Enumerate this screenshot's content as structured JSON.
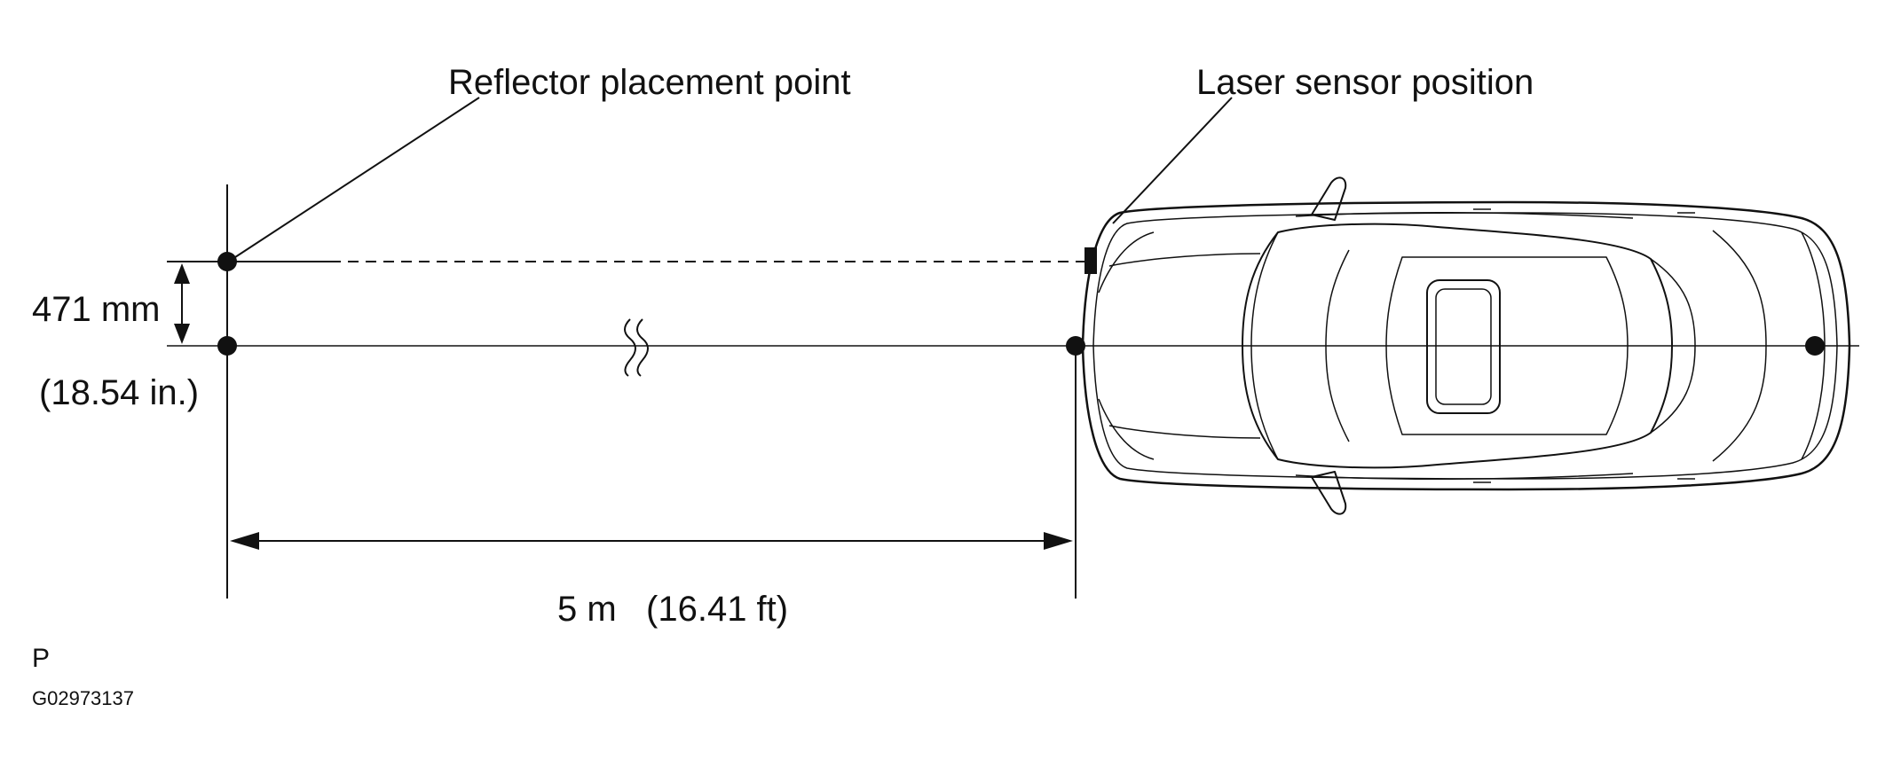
{
  "labels": {
    "reflector_point": "Reflector placement point",
    "laser_sensor": "Laser sensor position",
    "offset_mm": "471 mm",
    "offset_in": "(18.54 in.)",
    "distance": "5 m   (16.41 ft)",
    "corner_code": "P",
    "figure_id": "G02973137"
  },
  "colors": {
    "ink": "#111111",
    "background": "#ffffff"
  }
}
